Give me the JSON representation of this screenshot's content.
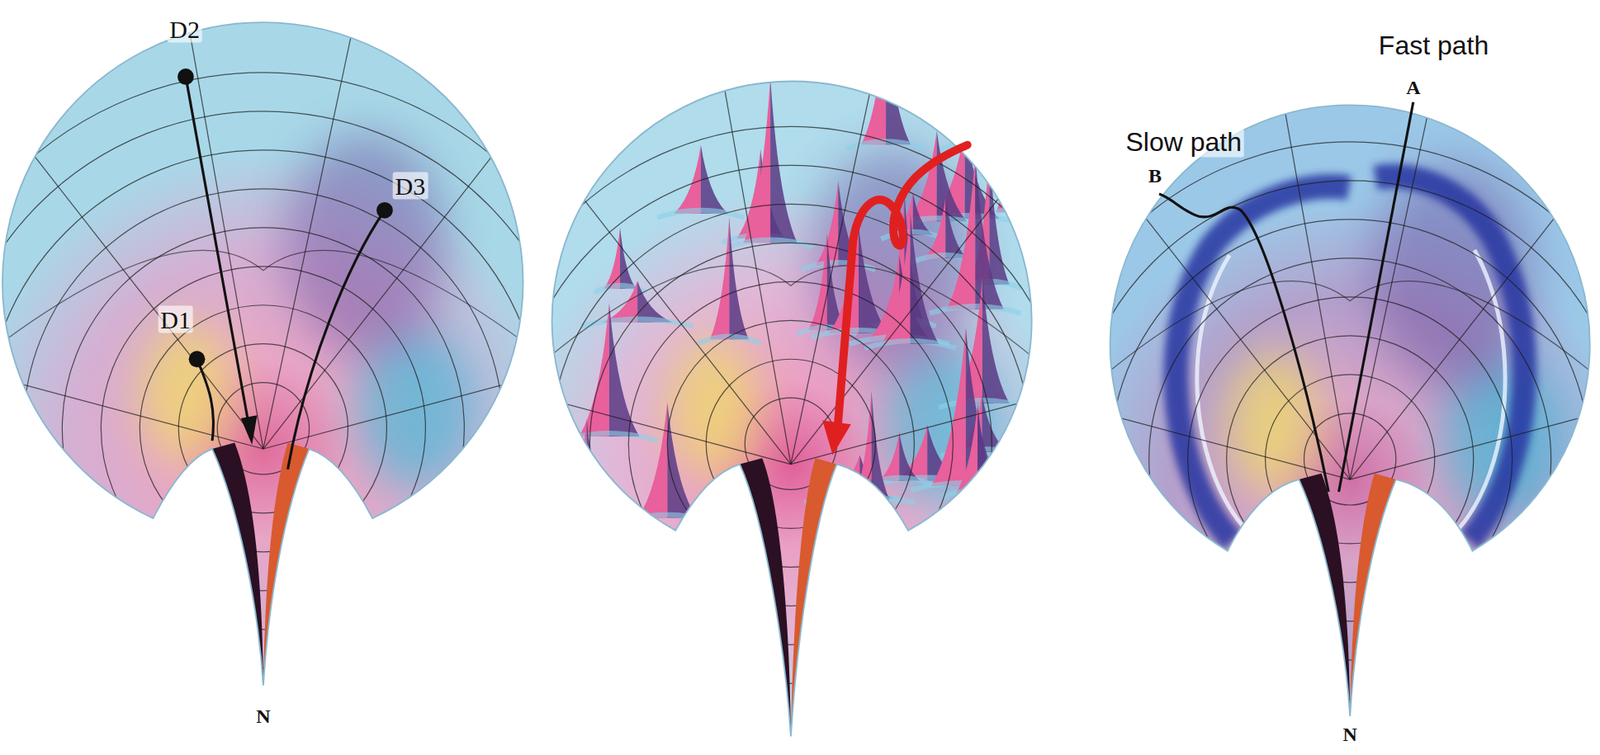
{
  "diagram": {
    "labels": [
      "D2",
      "D3",
      "D1",
      "N",
      "Fast path",
      "A",
      "Slow path",
      "B",
      "N"
    ]
  }
}
